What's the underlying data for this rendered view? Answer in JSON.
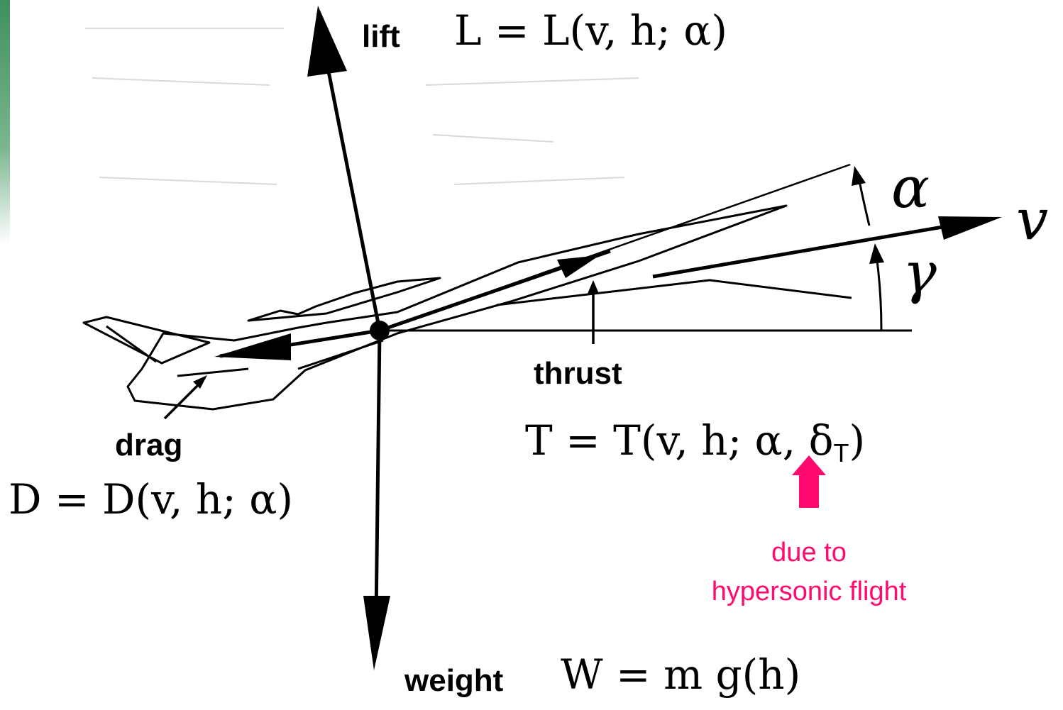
{
  "labels": {
    "lift": "lift",
    "lift_eq": "L = L(v, h; α)",
    "drag": "drag",
    "drag_eq": "D = D(v, h; α)",
    "thrust": "thrust",
    "thrust_eq": "T = T(v, h; α, δ",
    "thrust_sub": "T",
    "thrust_close": ")",
    "weight": "weight",
    "weight_eq": "W = m g(h)",
    "velocity": "v",
    "alpha": "α",
    "gamma": "γ",
    "note_line1": "due to",
    "note_line2": "hypersonic flight"
  },
  "colors": {
    "ink": "#000000",
    "highlight": "#ff0a6e",
    "accent_bar": "#3f8f5f"
  }
}
